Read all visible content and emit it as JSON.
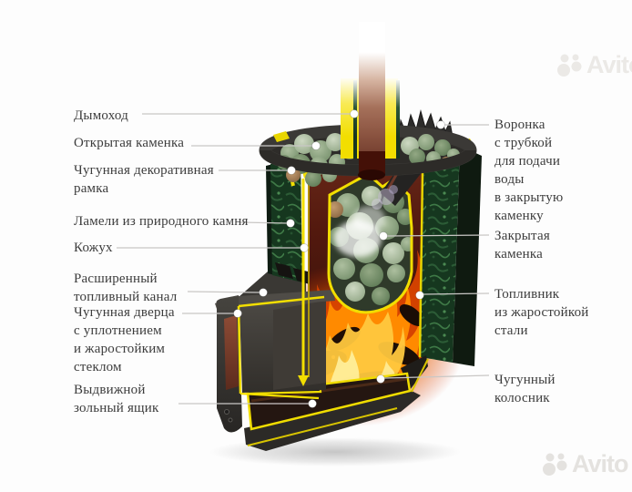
{
  "watermark": {
    "brand": "Avito"
  },
  "labels": {
    "left": [
      {
        "id": "chimney",
        "lines": [
          "Дымоход"
        ]
      },
      {
        "id": "open-kamenka",
        "lines": [
          "Открытая каменка"
        ]
      },
      {
        "id": "cast-iron-frame",
        "lines": [
          "Чугунная декоративная",
          "рамка"
        ]
      },
      {
        "id": "stone-lamellas",
        "lines": [
          "Ламели из природного камня"
        ]
      },
      {
        "id": "casing",
        "lines": [
          "Кожух"
        ]
      },
      {
        "id": "fuel-channel",
        "lines": [
          "Расширенный",
          "топливный канал"
        ]
      },
      {
        "id": "cast-iron-door",
        "lines": [
          "Чугунная дверца",
          "с уплотнением",
          "и жаростойким",
          "стеклом"
        ]
      },
      {
        "id": "ash-box",
        "lines": [
          "Выдвижной",
          "зольный ящик"
        ]
      }
    ],
    "right": [
      {
        "id": "water-funnel",
        "lines": [
          "Воронка",
          "с трубкой",
          "для подачи",
          "воды",
          "в закрытую",
          "каменку"
        ]
      },
      {
        "id": "closed-kamenka",
        "lines": [
          "Закрытая",
          "каменка"
        ]
      },
      {
        "id": "firebox",
        "lines": [
          "Топливник",
          "из жаростойкой",
          "стали"
        ]
      },
      {
        "id": "grate",
        "lines": [
          "Чугунный",
          "колосник"
        ]
      }
    ]
  },
  "colors": {
    "highlight_yellow": "#f2de00",
    "stone_green": "#1c4026",
    "stone_sage": "#a3b797",
    "fire_orange": "#ff8a00",
    "metal_dark": "#34322f",
    "interior_maroon": "#5e2114",
    "label_text": "#3c3c3c",
    "leader_line": "#c9c7c5",
    "watermark": "#e4e2df"
  }
}
